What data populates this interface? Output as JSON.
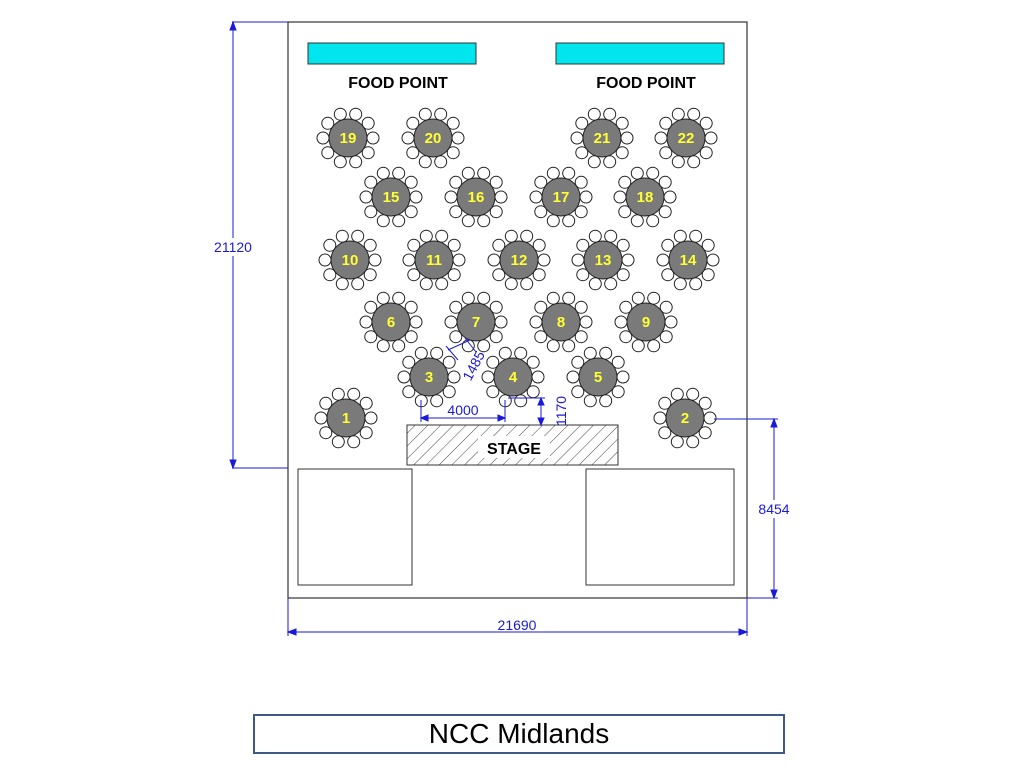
{
  "food_points": [
    {
      "label": "FOOD POINT"
    },
    {
      "label": "FOOD POINT"
    }
  ],
  "stage_label": "STAGE",
  "tables": [
    {
      "number": "1"
    },
    {
      "number": "2"
    },
    {
      "number": "3"
    },
    {
      "number": "4"
    },
    {
      "number": "5"
    },
    {
      "number": "6"
    },
    {
      "number": "7"
    },
    {
      "number": "8"
    },
    {
      "number": "9"
    },
    {
      "number": "10"
    },
    {
      "number": "11"
    },
    {
      "number": "12"
    },
    {
      "number": "13"
    },
    {
      "number": "14"
    },
    {
      "number": "15"
    },
    {
      "number": "16"
    },
    {
      "number": "17"
    },
    {
      "number": "18"
    },
    {
      "number": "19"
    },
    {
      "number": "20"
    },
    {
      "number": "21"
    },
    {
      "number": "22"
    }
  ],
  "dimensions": {
    "height": "21120",
    "width": "21690",
    "right_height": "8454",
    "table_gap": "4000",
    "stage_gap": "1170",
    "table_spacing": "1485"
  },
  "caption": "NCC Midlands",
  "colors": {
    "food_bar": "#00e5ee",
    "table_fill": "#7a7a7a",
    "table_number": "#ffff33",
    "dimension": "#1a1ad8",
    "caption_border": "#3d5a80"
  }
}
